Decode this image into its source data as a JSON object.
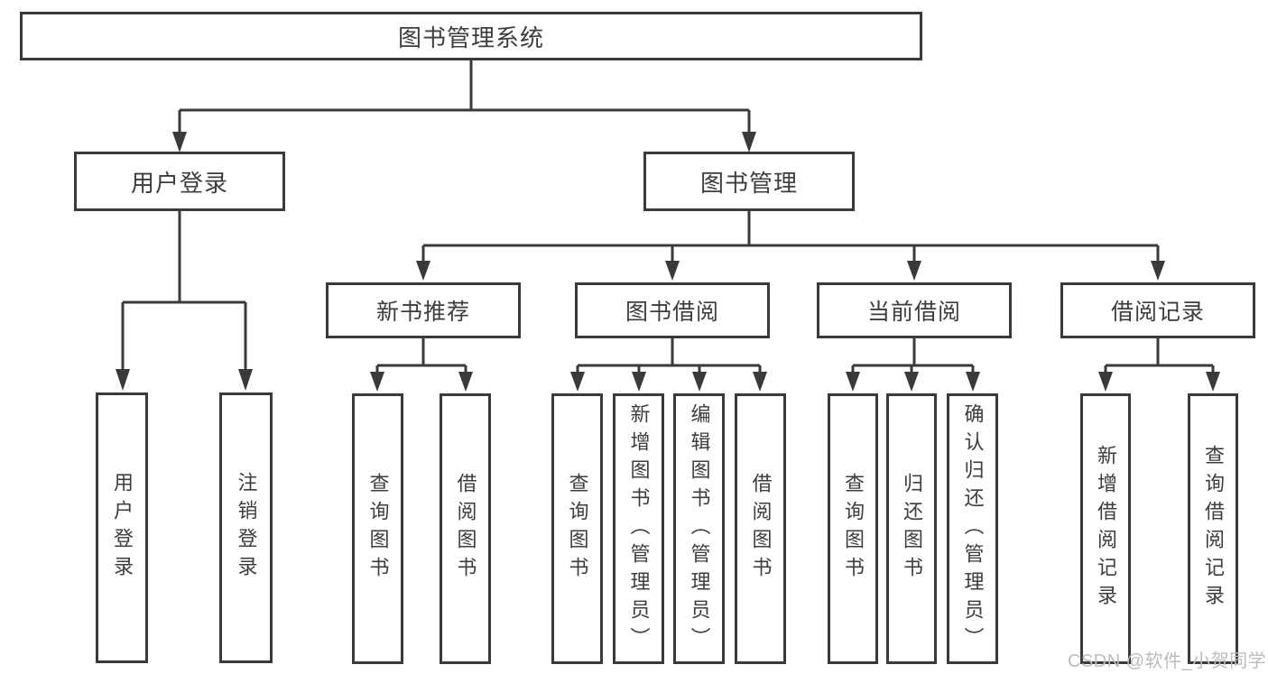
{
  "diagram": {
    "root": {
      "label": "图书管理系统"
    },
    "branches": [
      {
        "label": "用户登录",
        "leaves": [
          {
            "label": "用户登录"
          },
          {
            "label": "注销登录"
          }
        ]
      },
      {
        "label": "图书管理",
        "groups": [
          {
            "label": "新书推荐",
            "leaves": [
              {
                "label": "查询图书"
              },
              {
                "label": "借阅图书"
              }
            ]
          },
          {
            "label": "图书借阅",
            "leaves": [
              {
                "label": "查询图书"
              },
              {
                "label": "新增图书（管理员）"
              },
              {
                "label": "编辑图书（管理员）"
              },
              {
                "label": "借阅图书"
              }
            ]
          },
          {
            "label": "当前借阅",
            "leaves": [
              {
                "label": "查询图书"
              },
              {
                "label": "归还图书"
              },
              {
                "label": "确认归还（管理员）"
              }
            ]
          },
          {
            "label": "借阅记录",
            "leaves": [
              {
                "label": "新增借阅记录"
              },
              {
                "label": "查询借阅记录"
              }
            ]
          }
        ]
      }
    ]
  },
  "watermark": {
    "text": "CSDN @软件_小贺同学"
  },
  "colors": {
    "line": "#3a3a3a",
    "border": "#3a3a3a",
    "text": "#3d3d3d",
    "box_background": "#ffffff",
    "watermark": "#b9bcc0"
  }
}
